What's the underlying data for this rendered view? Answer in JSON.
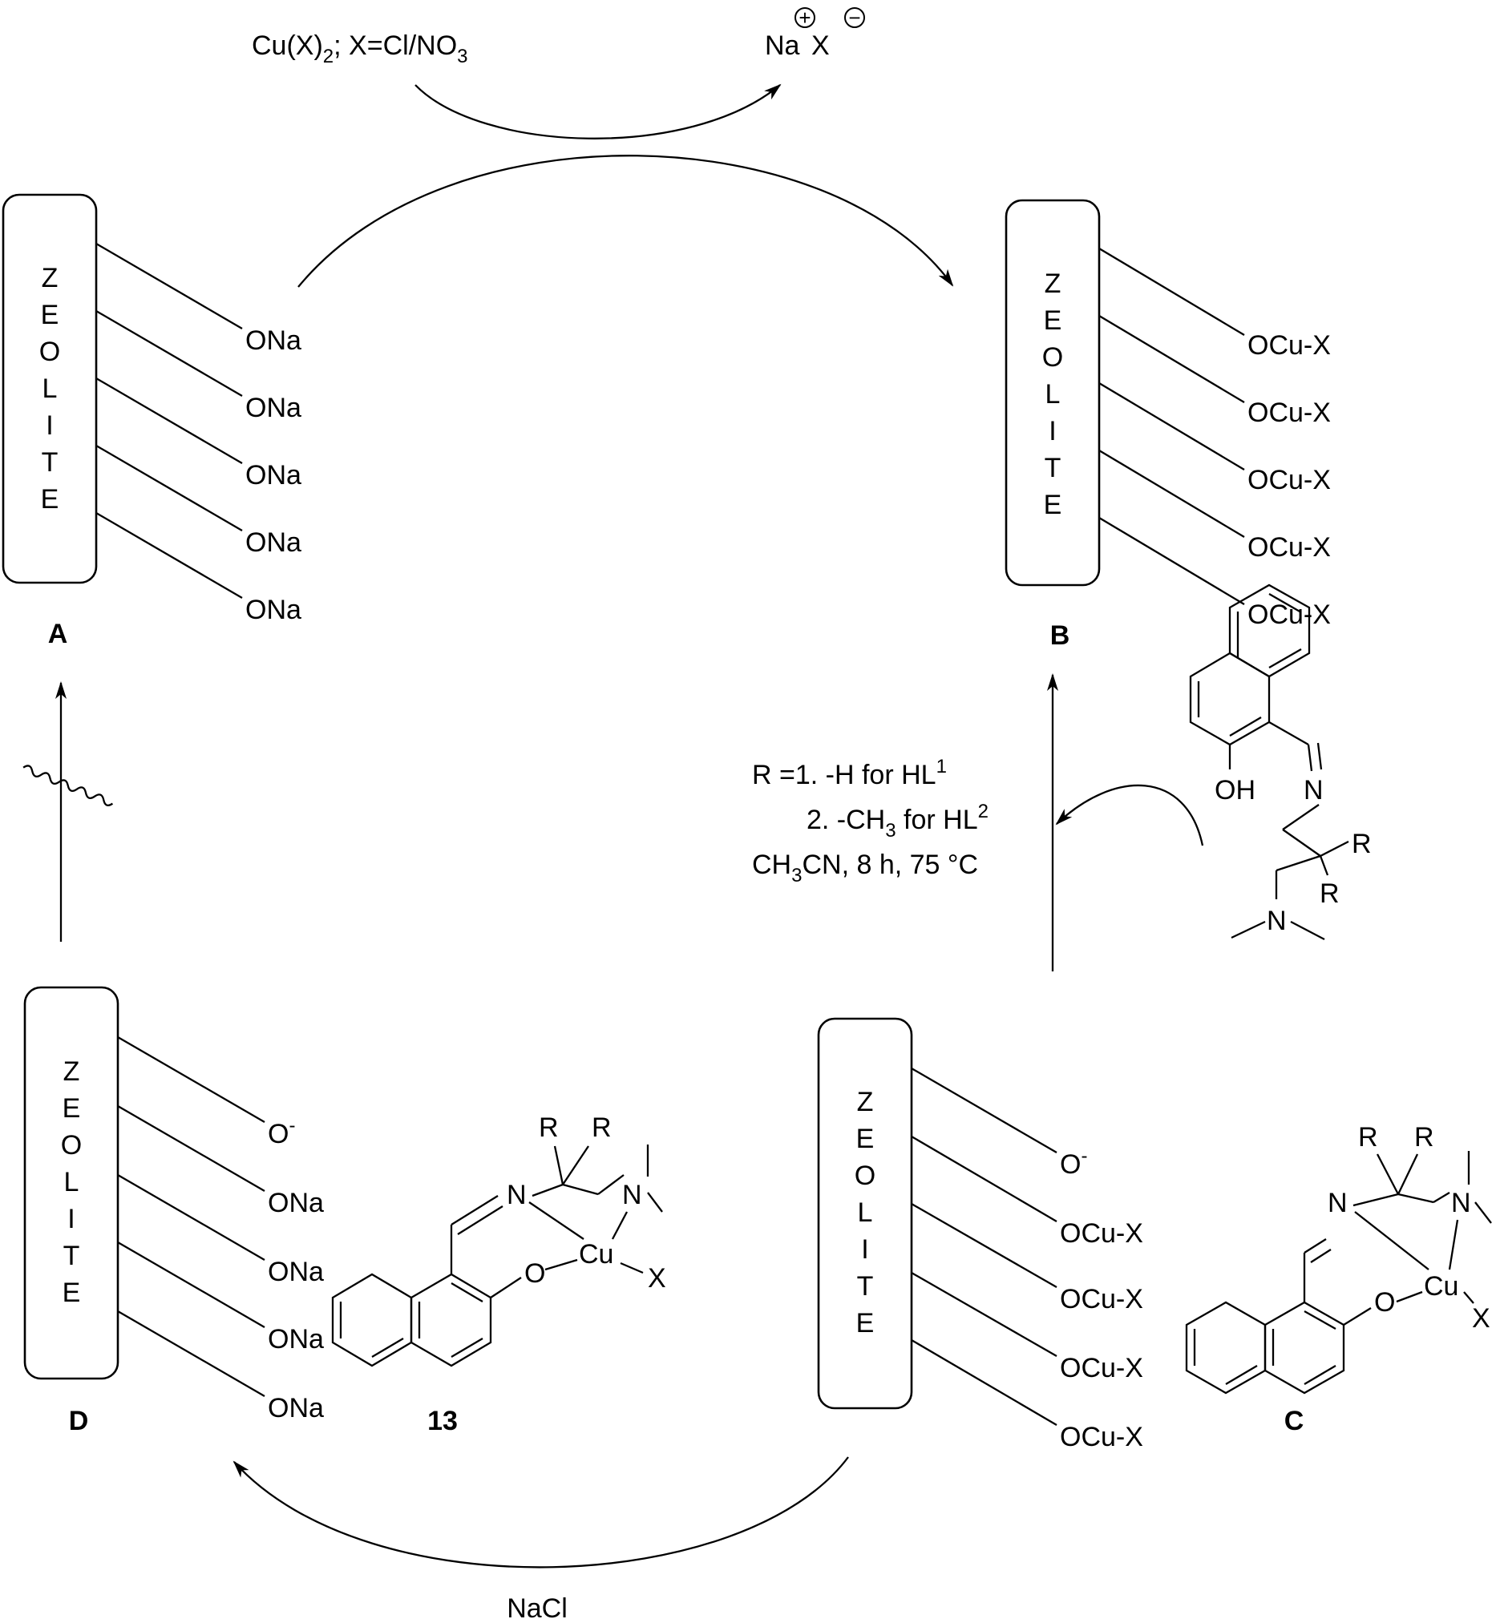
{
  "zeolite_letters": [
    "Z",
    "E",
    "O",
    "L",
    "I",
    "T",
    "E"
  ],
  "reagent_top": {
    "main": "Cu(X)",
    "sub": "2",
    "rest": "; X=Cl/NO",
    "sub2": "3"
  },
  "byproduct_top": {
    "na": "Na",
    "x": "X",
    "plus": "+",
    "minus": "−"
  },
  "panel_A": {
    "label": "A",
    "groups": [
      "ONa",
      "ONa",
      "ONa",
      "ONa",
      "ONa"
    ]
  },
  "panel_B": {
    "label": "B",
    "groups": [
      "OCu-X",
      "OCu-X",
      "OCu-X",
      "OCu-X",
      "OCu-X"
    ]
  },
  "panel_C": {
    "label": "C",
    "first_o": "O",
    "first_charge": "-",
    "groups": [
      "OCu-X",
      "OCu-X",
      "OCu-X",
      "OCu-X"
    ]
  },
  "panel_D": {
    "label": "D",
    "first_o": "O",
    "first_charge": "-",
    "groups": [
      "ONa",
      "ONa",
      "ONa",
      "ONa"
    ]
  },
  "compound_label": "13",
  "conditions": {
    "line1_pre": "R =1. -H for HL",
    "line1_sup": "1",
    "line2_pre": "2. -CH",
    "line2_sub": "3",
    "line2_post": " for HL",
    "line2_sup": "2",
    "line3_pre": "CH",
    "line3_sub": "3",
    "line3_post": "CN, 8 h, 75 °C"
  },
  "ligand_atoms": {
    "oh": "OH",
    "n": "N",
    "r": "R",
    "amine_n": "N"
  },
  "complex_atoms": {
    "r": "R",
    "n": "N",
    "cu": "Cu",
    "o": "O",
    "x": "X",
    "amine_n": "N"
  },
  "reagent_bottom": "NaCl"
}
